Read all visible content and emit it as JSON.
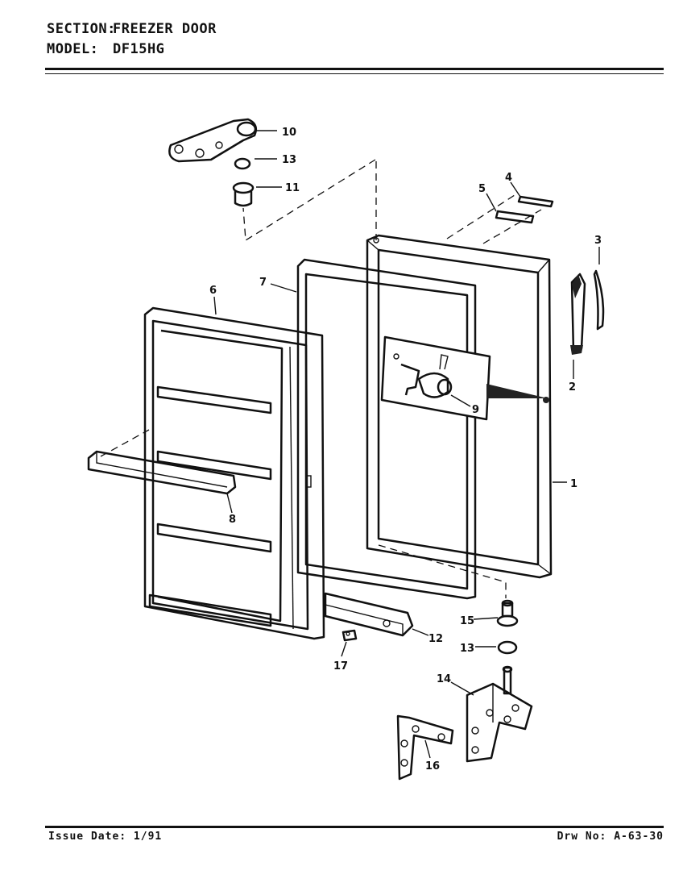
{
  "header": {
    "section_label": "SECTION:",
    "section_value": "FREEZER DOOR",
    "model_label": "MODEL:",
    "model_value": "DF15HG"
  },
  "footer": {
    "issue_label": "Issue Date:",
    "issue_value": "1/91",
    "drawing_label": "Drw No:",
    "drawing_value": "A-63-30"
  },
  "callouts": {
    "c1": "1",
    "c2": "2",
    "c3": "3",
    "c4": "4",
    "c5": "5",
    "c6": "6",
    "c7": "7",
    "c8": "8",
    "c9": "9",
    "c10": "10",
    "c11": "11",
    "c12": "12",
    "c13a": "13",
    "c13b": "13",
    "c14": "14",
    "c15": "15",
    "c16": "16",
    "c17": "17"
  }
}
